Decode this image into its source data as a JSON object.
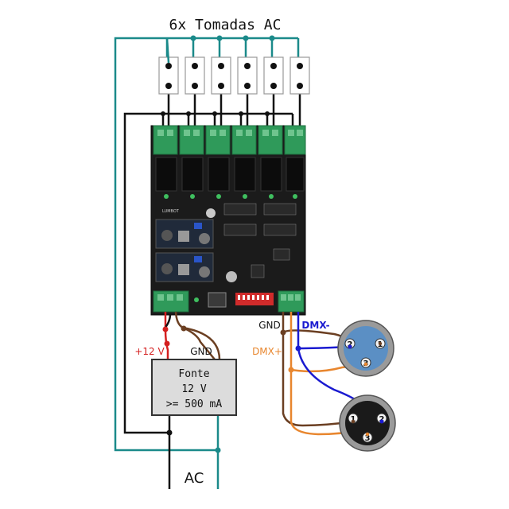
{
  "title": "6x Tomadas AC",
  "labels": {
    "plus12v": "+12 V",
    "gnd_power": "GND",
    "gnd_dmx": "GND",
    "dmx_minus": "DMX-",
    "dmx_plus": "DMX+",
    "ac": "AC"
  },
  "power_supply": {
    "line1": "Fonte",
    "line2": "12 V",
    "line3": ">= 500 mA"
  },
  "board": {
    "brand": "LUMBOT"
  },
  "xlr_top": {
    "pin1": "1",
    "pin2": "2",
    "pin3": "3"
  },
  "xlr_bottom": {
    "pin1": "1",
    "pin2": "2",
    "pin3": "3"
  },
  "colors": {
    "teal": "#1b8a8a",
    "black": "#111111",
    "red": "#d41f1f",
    "brown": "#6b3f22",
    "orange": "#e8862e",
    "blue": "#1a1ad0",
    "board": "#1b1b1b",
    "terminal_green": "#2f9a5a"
  }
}
